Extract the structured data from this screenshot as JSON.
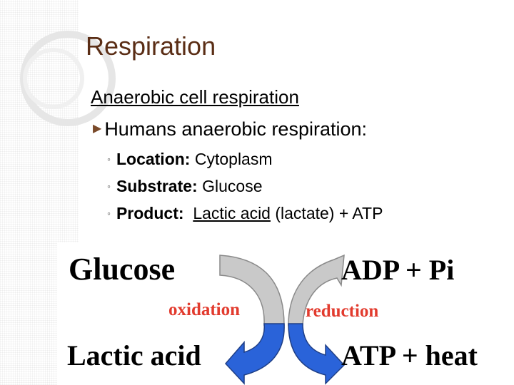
{
  "slide": {
    "title": "Respiration",
    "heading": "Anaerobic cell respiration",
    "bullet": "Humans anaerobic respiration:",
    "items": [
      {
        "label": "Location:",
        "value": " Cytoplasm"
      },
      {
        "label": "Substrate:",
        "value": " Glucose"
      },
      {
        "label": "Product:",
        "value_underlined": "Lactic acid",
        "value_rest": " (lactate) + ATP"
      }
    ]
  },
  "diagram": {
    "top_left": "Glucose",
    "top_right": "ADP + Pi",
    "mid_left": "oxidation",
    "mid_right": "reduction",
    "bottom_left": "Lactic acid",
    "bottom_right": "ATP + heat",
    "colors": {
      "top_arrow": "#c9c9c9",
      "bottom_arrow": "#2a63d9",
      "process_label": "#e23b2e",
      "title": "#5a2d15"
    }
  }
}
